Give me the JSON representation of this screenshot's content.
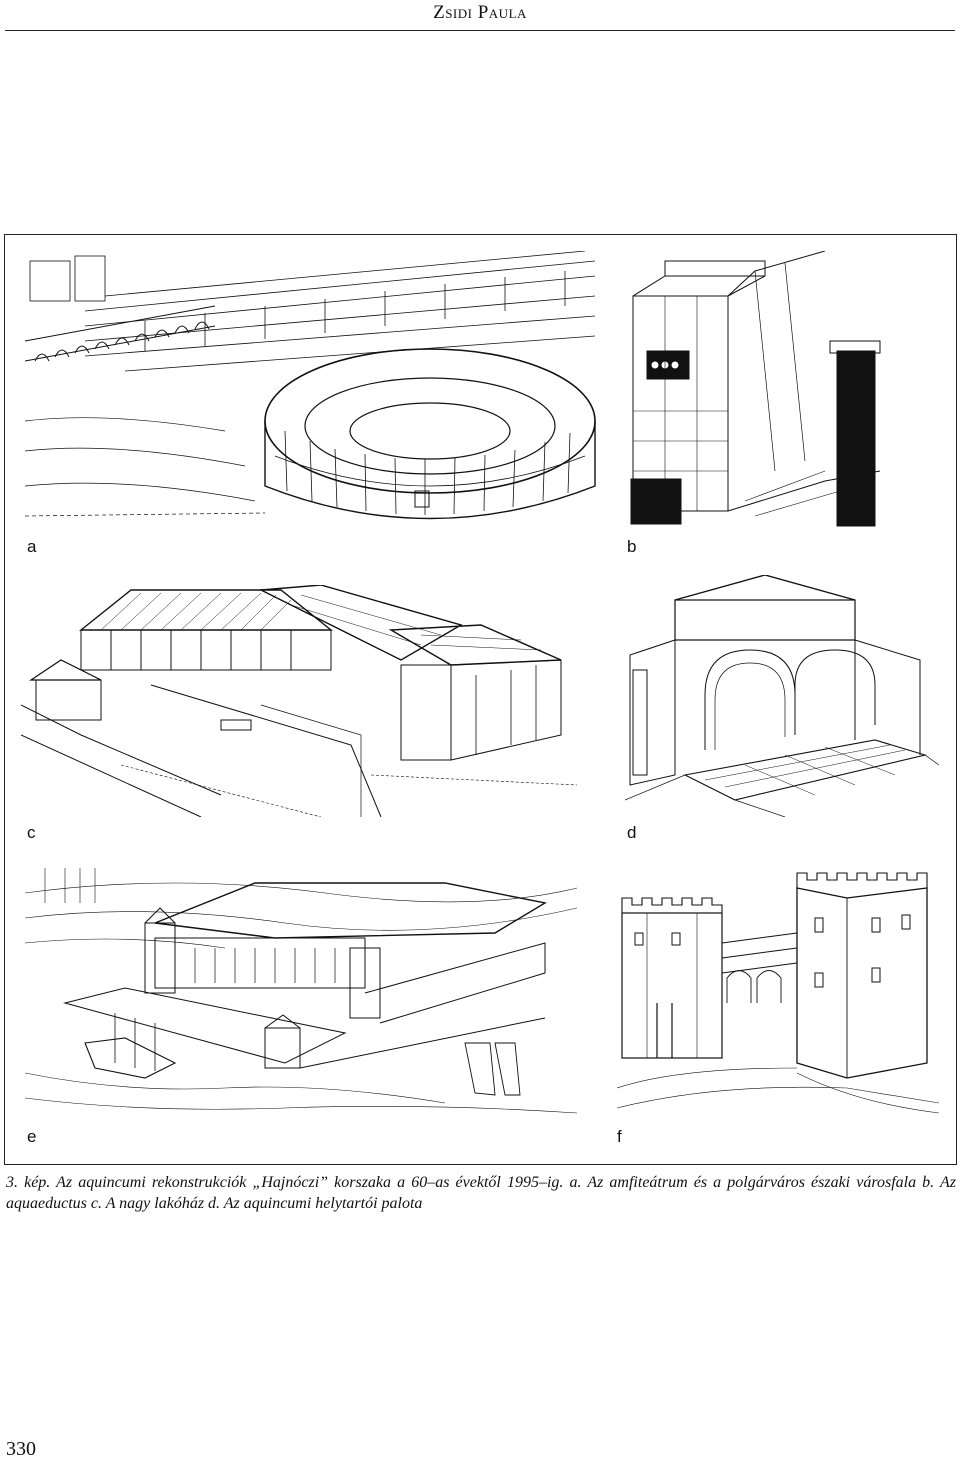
{
  "header": {
    "running_head": "Zsidi Paula"
  },
  "plate": {
    "panels": [
      {
        "label": "a",
        "subject": "amphitheatre-and-north-wall"
      },
      {
        "label": "b",
        "subject": "aqueduct"
      },
      {
        "label": "c",
        "subject": "large-house"
      },
      {
        "label": "d",
        "subject": "governors-palace-hall"
      },
      {
        "label": "e",
        "subject": "governors-palace-overview"
      },
      {
        "label": "f",
        "subject": "city-gate"
      }
    ]
  },
  "caption": {
    "text": "3. kép. Az aquincumi rekonstrukciók „Hajnóczi” korszaka a 60–as évektől 1995–ig. a. Az amfiteátrum és a polgárváros északi városfala b. Az aquaeductus c. A nagy lakóház d. Az aquincumi helytartói palota"
  },
  "footer": {
    "page_number": "330"
  }
}
